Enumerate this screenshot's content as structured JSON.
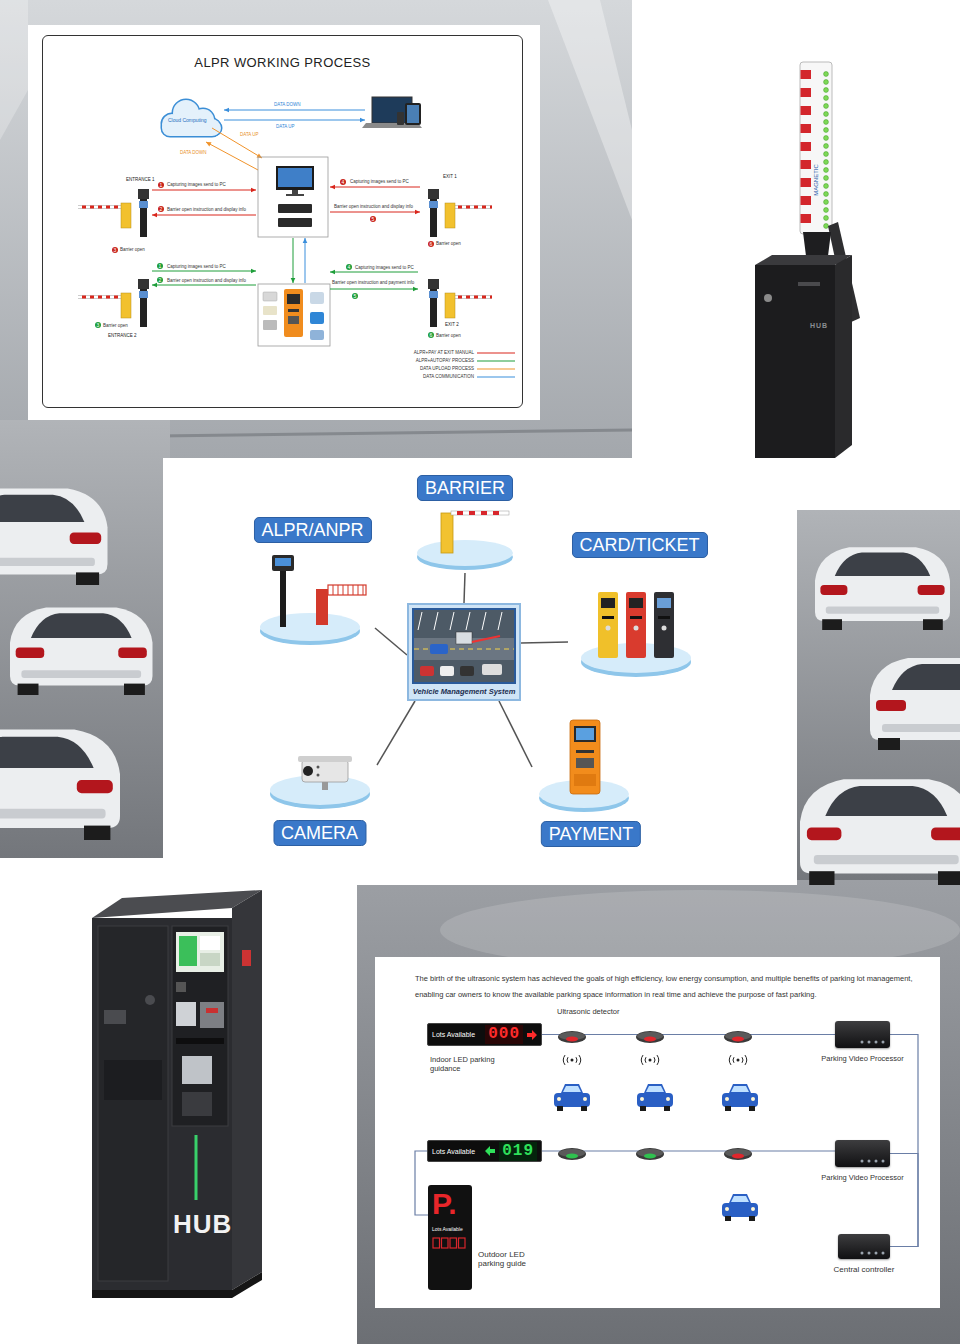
{
  "diagram": {
    "nodes": [
      {
        "text": [
          "ALPR WORKING PROCESS"
        ]
      },
      {
        "text": [
          "BARRIER"
        ]
      },
      {
        "text": [
          "ALPR/ANPR"
        ]
      },
      {
        "text": [
          "CARD/TICKET"
        ]
      },
      {
        "text": [
          "Vehicle Management System"
        ]
      },
      {
        "text": [
          "CAMERA"
        ]
      },
      {
        "text": [
          "PAYMENT"
        ]
      },
      {
        "text": [
          "The birth of the ultrasonic system has achieved the goals of high efficiency, low energy consumption, and multiple benefits of parking lot management, enabling car owners to know the available parking space information in real time and achieve the purpose of fast parking."
        ]
      },
      {
        "text": [
          "Lots Available",
          "000"
        ],
        "in": 7
      },
      {
        "text": [
          "Parking Video Processor"
        ],
        "in": 7
      },
      {
        "text": [
          "Lots Available",
          "019"
        ],
        "in": 7
      },
      {
        "text": [
          "Parking Video Processor"
        ],
        "in": 7
      },
      {
        "text": [
          "P.",
          "Lots Available"
        ],
        "in": 7
      },
      {
        "text": [
          "Central controller"
        ],
        "in": 7
      }
    ],
    "edges": [
      {
        "from": 1,
        "to": 4,
        "arrow": "none"
      },
      {
        "from": 2,
        "to": 4,
        "arrow": "none"
      },
      {
        "from": 3,
        "to": 4,
        "arrow": "none"
      },
      {
        "from": 5,
        "to": 4,
        "arrow": "none"
      },
      {
        "from": 6,
        "to": 4,
        "arrow": "none"
      },
      {
        "from": 8,
        "to": 9,
        "arrow": "none"
      },
      {
        "from": 9,
        "to": 13,
        "arrow": "none"
      },
      {
        "from": 10,
        "to": 11,
        "arrow": "none"
      },
      {
        "from": 11,
        "to": 13,
        "arrow": "none"
      },
      {
        "from": 10,
        "to": 12,
        "arrow": "none"
      }
    ],
    "labels": [
      "Cloud Computing",
      "DATA DOWN",
      "DATA UP",
      "DATA UP",
      "DATA DOWN",
      "ENTRANCE 1",
      "1",
      "Capturing images send to PC",
      "2",
      "Barrier open instruction and display info",
      "3",
      "Barrier open",
      "EXIT 1",
      "4",
      "Capturing images send to PC",
      "5",
      "Barrier open instruction and display info",
      "6",
      "Barrier open",
      "1",
      "Capturing images send to PC",
      "2",
      "Barrier open instruction and display info",
      "3",
      "Barrier open",
      "ENTRANCE 2",
      "4",
      "Capturing images send to PC",
      "5",
      "Barrier open instruction and payment info",
      "EXIT 2",
      "6",
      "Barrier open",
      "MAGNETIC",
      "HUB",
      "HUB",
      "Ultrasonic detector",
      "Indoor LED parking guidance",
      "Outdoor LED parking guide"
    ],
    "legend": [
      {
        "text": "ALPR+PAY AT EXIT MANUAL"
      },
      {
        "text": "ALPR+AUTOPAY PROCESS"
      },
      {
        "text": "DATA UPLOAD PROCESS"
      },
      {
        "text": "DATA COMMUNICATION"
      }
    ]
  }
}
